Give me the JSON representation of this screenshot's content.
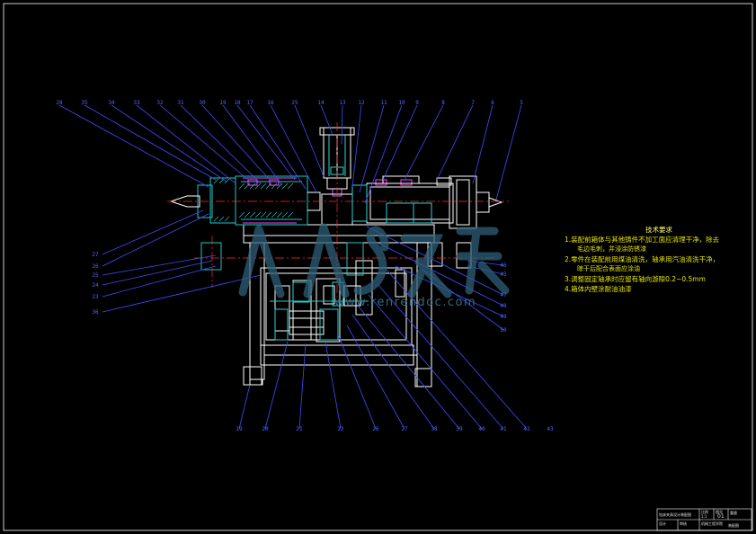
{
  "drawing": {
    "background": "#000000",
    "frame_color": "#ffffff",
    "part_color": "#ffffff",
    "leader_color": "#3a4fff",
    "center_line_color": "#ff2d2d",
    "section_color": "#1ec8c8",
    "cylinder_color": "#2ad4d4",
    "highlight_color": "#ff40ff"
  },
  "top_labels": [
    "28",
    "35",
    "34",
    "33",
    "32",
    "31",
    "30",
    "19",
    "18",
    "17",
    "16",
    "25",
    "14",
    "13",
    "12",
    "11",
    "10",
    "9",
    "8",
    "7",
    "6",
    "5"
  ],
  "left_labels": [
    "27",
    "26",
    "25",
    "24",
    "23",
    "36"
  ],
  "right_labels": [
    "46",
    "45",
    "47",
    "48",
    "49",
    "50"
  ],
  "bottom_labels": [
    "19",
    "20",
    "21",
    "22",
    "26",
    "27",
    "38",
    "39",
    "40",
    "41",
    "42",
    "43"
  ],
  "technical_requirements": {
    "title": "技术要求",
    "lines": [
      {
        "text": "1.装配前箱体与其他铸件不加工面应清理干净，除去",
        "cls": "n"
      },
      {
        "text": "毛边毛刺，并浸涂防锈漆",
        "cls": "c"
      },
      {
        "text": "2.零件在装配前用煤油清洗，轴承用汽油清洗干净，",
        "cls": "n"
      },
      {
        "text": "晾干后配合表面应涂油",
        "cls": "c"
      },
      {
        "text": "3.调整固定轴承时应留有轴向游隙0.2~0.5mm",
        "cls": "n"
      },
      {
        "text": "4.箱体内壁涂耐油油漆",
        "cls": "n"
      }
    ]
  },
  "watermark": {
    "text": "www.renrendoc.com"
  },
  "title_block": {
    "cells": [
      "钻床夹具设计装配图",
      "比例",
      "1:1",
      "图号",
      "01",
      "重量",
      "设计",
      "审核",
      "机械工程学院",
      "装配图"
    ]
  }
}
